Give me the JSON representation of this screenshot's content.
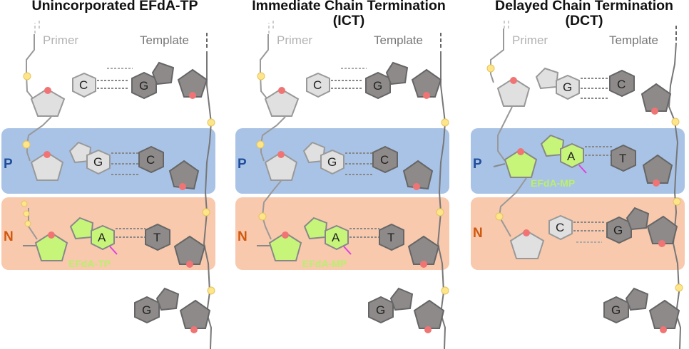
{
  "panels": [
    {
      "title_line1": "Unincorporated EFdA-TP",
      "title_line2": "",
      "primer_label": "Primer",
      "template_label": "Template",
      "row_p_label": "P",
      "row_n_label": "N",
      "bases": {
        "top_primer": "C",
        "top_template": "G",
        "p_primer": "G",
        "p_template": "C",
        "n_primer": "A",
        "n_template": "T",
        "bottom_template": "G"
      },
      "efda_label": "EFdA-TP"
    },
    {
      "title_line1": "Immediate Chain Termination",
      "title_line2": "(ICT)",
      "primer_label": "Primer",
      "template_label": "Template",
      "row_p_label": "P",
      "row_n_label": "N",
      "bases": {
        "top_primer": "C",
        "top_template": "G",
        "p_primer": "G",
        "p_template": "C",
        "n_primer": "A",
        "n_template": "T",
        "bottom_template": "G"
      },
      "efda_label": "EFdA-MP"
    },
    {
      "title_line1": "Delayed Chain Termination",
      "title_line2": "(DCT)",
      "primer_label": "Primer",
      "template_label": "Template",
      "row_p_label": "P",
      "row_n_label": "N",
      "bases": {
        "top_primer": "G",
        "top_template": "C",
        "p_primer": "A",
        "p_template": "T",
        "n_primer": "C",
        "n_template": "G",
        "bottom_template": "G"
      },
      "efda_label": "EFdA-MP"
    }
  ],
  "colors": {
    "p_band": "#a9c3e6",
    "n_band": "#f8c9ad",
    "p_label": "#1f4e9a",
    "n_label": "#d0580e",
    "efda_fill": "#c6f57a",
    "efda_text": "#b9ef6f",
    "primer_fill": "#e0e0e0",
    "template_fill": "#8e8a8a",
    "phosphate": "#fde58a",
    "oxygen": "#f07474",
    "magenta": "#e040e0"
  }
}
